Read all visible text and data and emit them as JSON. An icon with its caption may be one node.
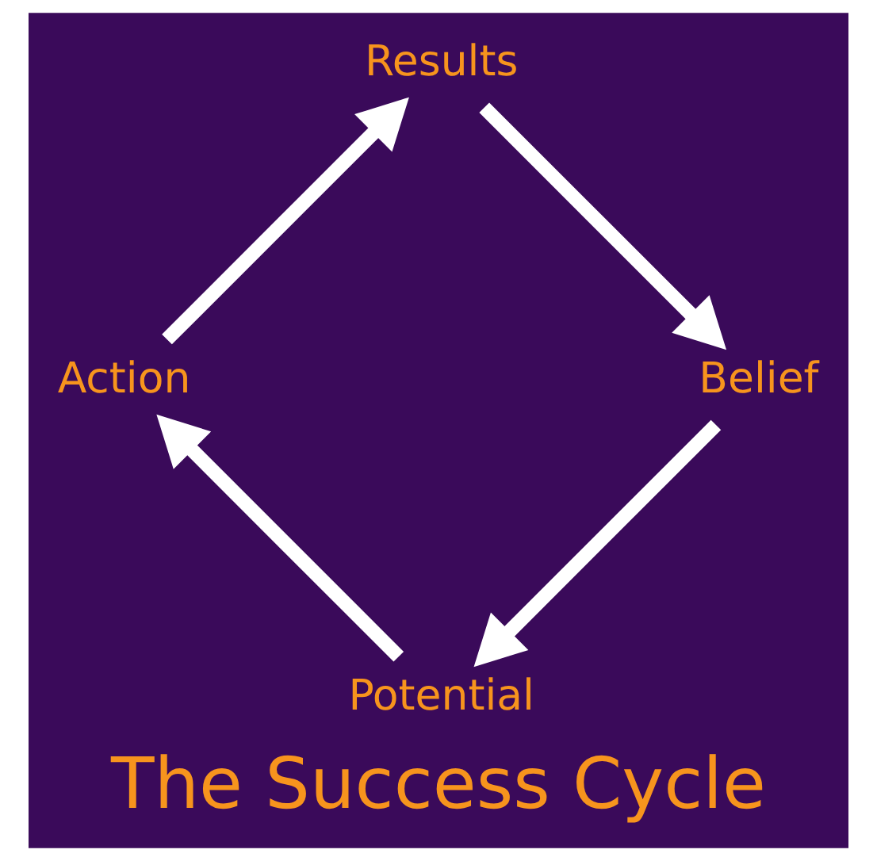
{
  "diagram": {
    "title": "The Success Cycle",
    "nodes": [
      {
        "text": [
          "Potential"
        ]
      },
      {
        "text": [
          "Action"
        ]
      },
      {
        "text": [
          "Results"
        ]
      },
      {
        "text": [
          "Belief"
        ]
      }
    ],
    "edges": [
      {
        "from": 0,
        "to": 1,
        "arrow": "to"
      },
      {
        "from": 1,
        "to": 2,
        "arrow": "to"
      },
      {
        "from": 2,
        "to": 3,
        "arrow": "to"
      },
      {
        "from": 3,
        "to": 0,
        "arrow": "to"
      }
    ]
  }
}
